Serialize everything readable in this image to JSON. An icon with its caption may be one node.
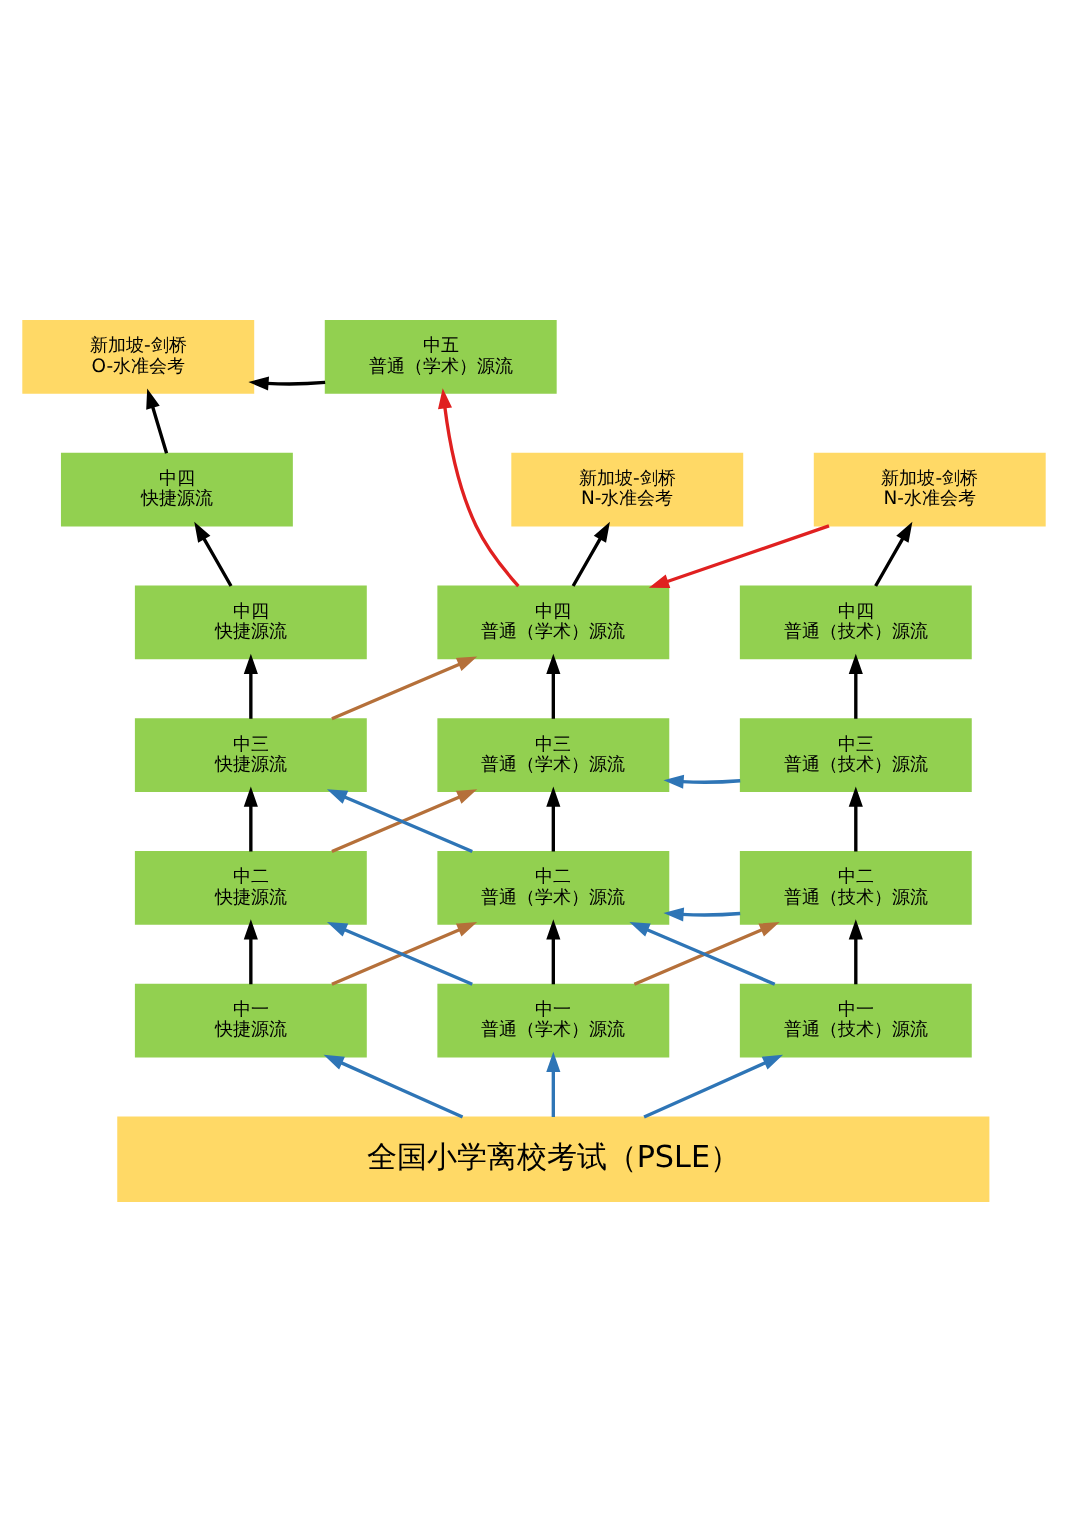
{
  "diagram": {
    "nodes": [
      {
        "text": [
          "新加坡-剑桥",
          "O-水准会考"
        ]
      },
      {
        "text": [
          "中五",
          "普通（学术）源流"
        ]
      },
      {
        "text": [
          "中四",
          "快捷源流"
        ]
      },
      {
        "text": [
          "新加坡-剑桥",
          "N-水准会考"
        ]
      },
      {
        "text": [
          "新加坡-剑桥",
          "N-水准会考"
        ]
      },
      {
        "text": [
          "中四",
          "快捷源流"
        ]
      },
      {
        "text": [
          "中四",
          "普通（学术）源流"
        ]
      },
      {
        "text": [
          "中四",
          "普通（技术）源流"
        ]
      },
      {
        "text": [
          "中三",
          "快捷源流"
        ]
      },
      {
        "text": [
          "中三",
          "普通（学术）源流"
        ]
      },
      {
        "text": [
          "中三",
          "普通（技术）源流"
        ]
      },
      {
        "text": [
          "中二",
          "快捷源流"
        ]
      },
      {
        "text": [
          "中二",
          "普通（学术）源流"
        ]
      },
      {
        "text": [
          "中二",
          "普通（技术）源流"
        ]
      },
      {
        "text": [
          "中一",
          "快捷源流"
        ]
      },
      {
        "text": [
          "中一",
          "普通（学术）源流"
        ]
      },
      {
        "text": [
          "中一",
          "普通（技术）源流"
        ]
      },
      {
        "text": [
          "全国小学离校考试（PSLE）"
        ]
      }
    ],
    "edges": [
      {
        "from": 1,
        "to": 0,
        "arrow": "to"
      },
      {
        "from": 2,
        "to": 0,
        "arrow": "to"
      },
      {
        "from": 6,
        "to": 1,
        "arrow": "to",
        "color": "#e02020"
      },
      {
        "from": 6,
        "to": 3,
        "arrow": "to"
      },
      {
        "from": 4,
        "to": 6,
        "arrow": "to",
        "color": "#e02020"
      },
      {
        "from": 5,
        "to": 2,
        "arrow": "to"
      },
      {
        "from": 7,
        "to": 4,
        "arrow": "to"
      },
      {
        "from": 8,
        "to": 5,
        "arrow": "to"
      },
      {
        "from": 8,
        "to": 6,
        "arrow": "to",
        "color": "#b5703a"
      },
      {
        "from": 9,
        "to": 6,
        "arrow": "to"
      },
      {
        "from": 10,
        "to": 7,
        "arrow": "to"
      },
      {
        "from": 10,
        "to": 9,
        "arrow": "to",
        "color": "#2e75b6"
      },
      {
        "from": 11,
        "to": 8,
        "arrow": "to"
      },
      {
        "from": 12,
        "to": 8,
        "arrow": "to",
        "color": "#2e75b6"
      },
      {
        "from": 11,
        "to": 9,
        "arrow": "to",
        "color": "#b5703a"
      },
      {
        "from": 12,
        "to": 9,
        "arrow": "to"
      },
      {
        "from": 13,
        "to": 10,
        "arrow": "to"
      },
      {
        "from": 13,
        "to": 12,
        "arrow": "to",
        "color": "#2e75b6"
      },
      {
        "from": 14,
        "to": 11,
        "arrow": "to"
      },
      {
        "from": 15,
        "to": 11,
        "arrow": "to",
        "color": "#2e75b6"
      },
      {
        "from": 14,
        "to": 12,
        "arrow": "to",
        "color": "#b5703a"
      },
      {
        "from": 15,
        "to": 12,
        "arrow": "to"
      },
      {
        "from": 16,
        "to": 12,
        "arrow": "to",
        "color": "#2e75b6"
      },
      {
        "from": 15,
        "to": 13,
        "arrow": "to",
        "color": "#b5703a"
      },
      {
        "from": 16,
        "to": 13,
        "arrow": "to"
      },
      {
        "from": 17,
        "to": 14,
        "arrow": "to",
        "color": "#2e75b6"
      },
      {
        "from": 17,
        "to": 15,
        "arrow": "to",
        "color": "#2e75b6"
      },
      {
        "from": 17,
        "to": 16,
        "arrow": "to",
        "color": "#2e75b6"
      }
    ]
  }
}
